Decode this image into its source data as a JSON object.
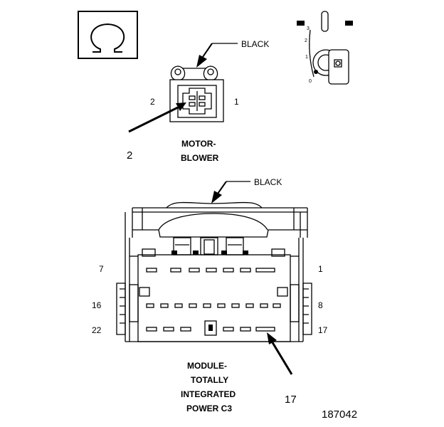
{
  "top_connector": {
    "color_label": "BLACK",
    "pin_left": "2",
    "pin_right": "1",
    "callout_pin": "2",
    "name_line1": "MOTOR-",
    "name_line2": "BLOWER"
  },
  "key_switch": {
    "positions": [
      "3",
      "2",
      "1",
      "0"
    ]
  },
  "bottom_connector": {
    "color_label": "BLACK",
    "row_labels_left": [
      "7",
      "16",
      "22"
    ],
    "row_labels_right": [
      "1",
      "8",
      "17"
    ],
    "callout_pin": "17",
    "name_line1": "MODULE-",
    "name_line2": "TOTALLY",
    "name_line3": "INTEGRATED",
    "name_line4": "POWER C3"
  },
  "figure_number": "187042",
  "symbols": {
    "omega_icon": "omega-symbol-icon",
    "ignition_icon": "ignition-key-icon"
  }
}
